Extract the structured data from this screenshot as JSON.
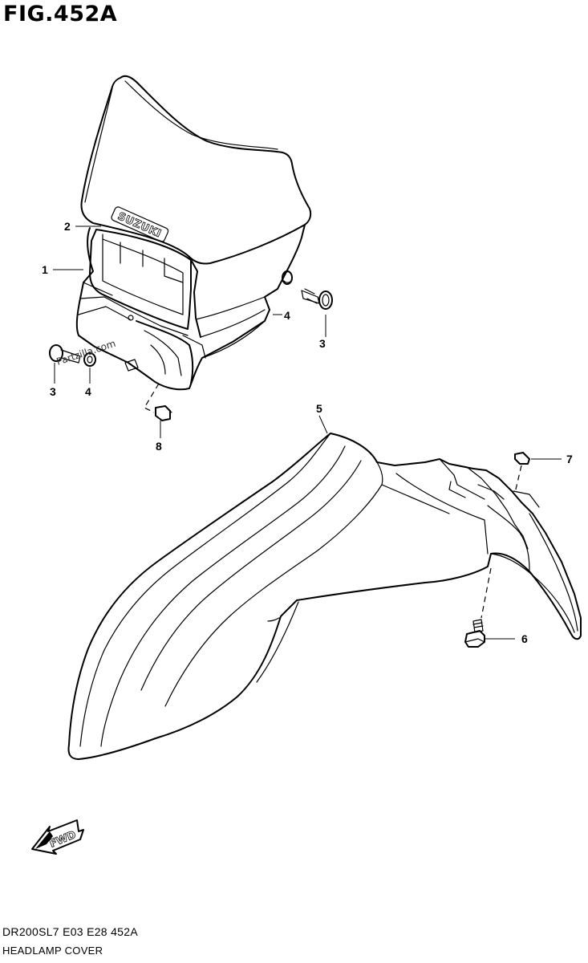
{
  "title": "FIG.452A",
  "footer": {
    "model_code": "DR200SL7  E03  E28  452A",
    "section_name": "HEADLAMP COVER"
  },
  "brand_text": "SUZUKI",
  "watermark": "Partzilla.com",
  "fwd_label": "FWD",
  "callouts": {
    "c1": "1",
    "c2": "2",
    "c3a": "3",
    "c3b": "3",
    "c4a": "4",
    "c4b": "4",
    "c5": "5",
    "c6": "6",
    "c7": "7",
    "c8": "8"
  }
}
